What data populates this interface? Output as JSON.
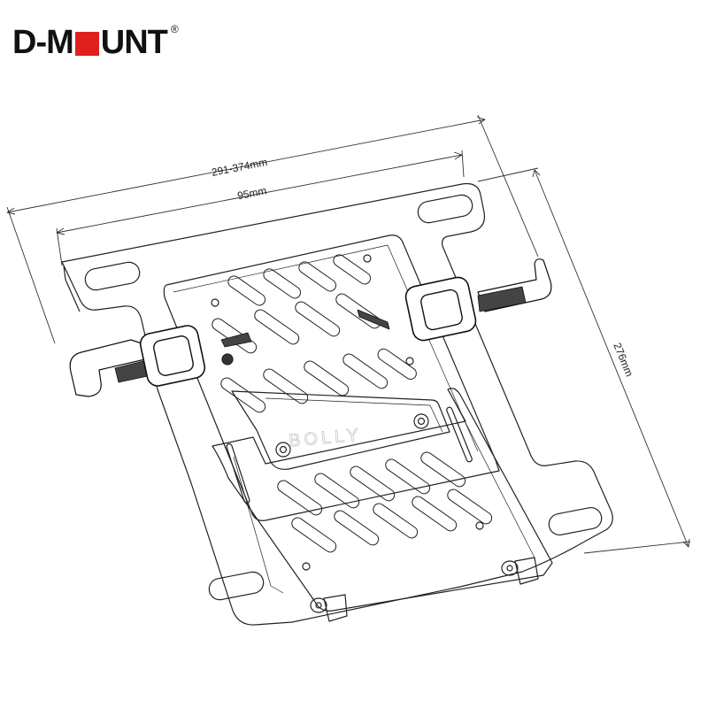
{
  "brand": {
    "part1": "D-M",
    "part2": "UNT",
    "registered": "®",
    "accent_color": "#e0201c"
  },
  "dimensions": {
    "outer_width": "291-374mm",
    "inner_width": "95mm",
    "depth": "276mm"
  },
  "watermark": "BOLLY"
}
